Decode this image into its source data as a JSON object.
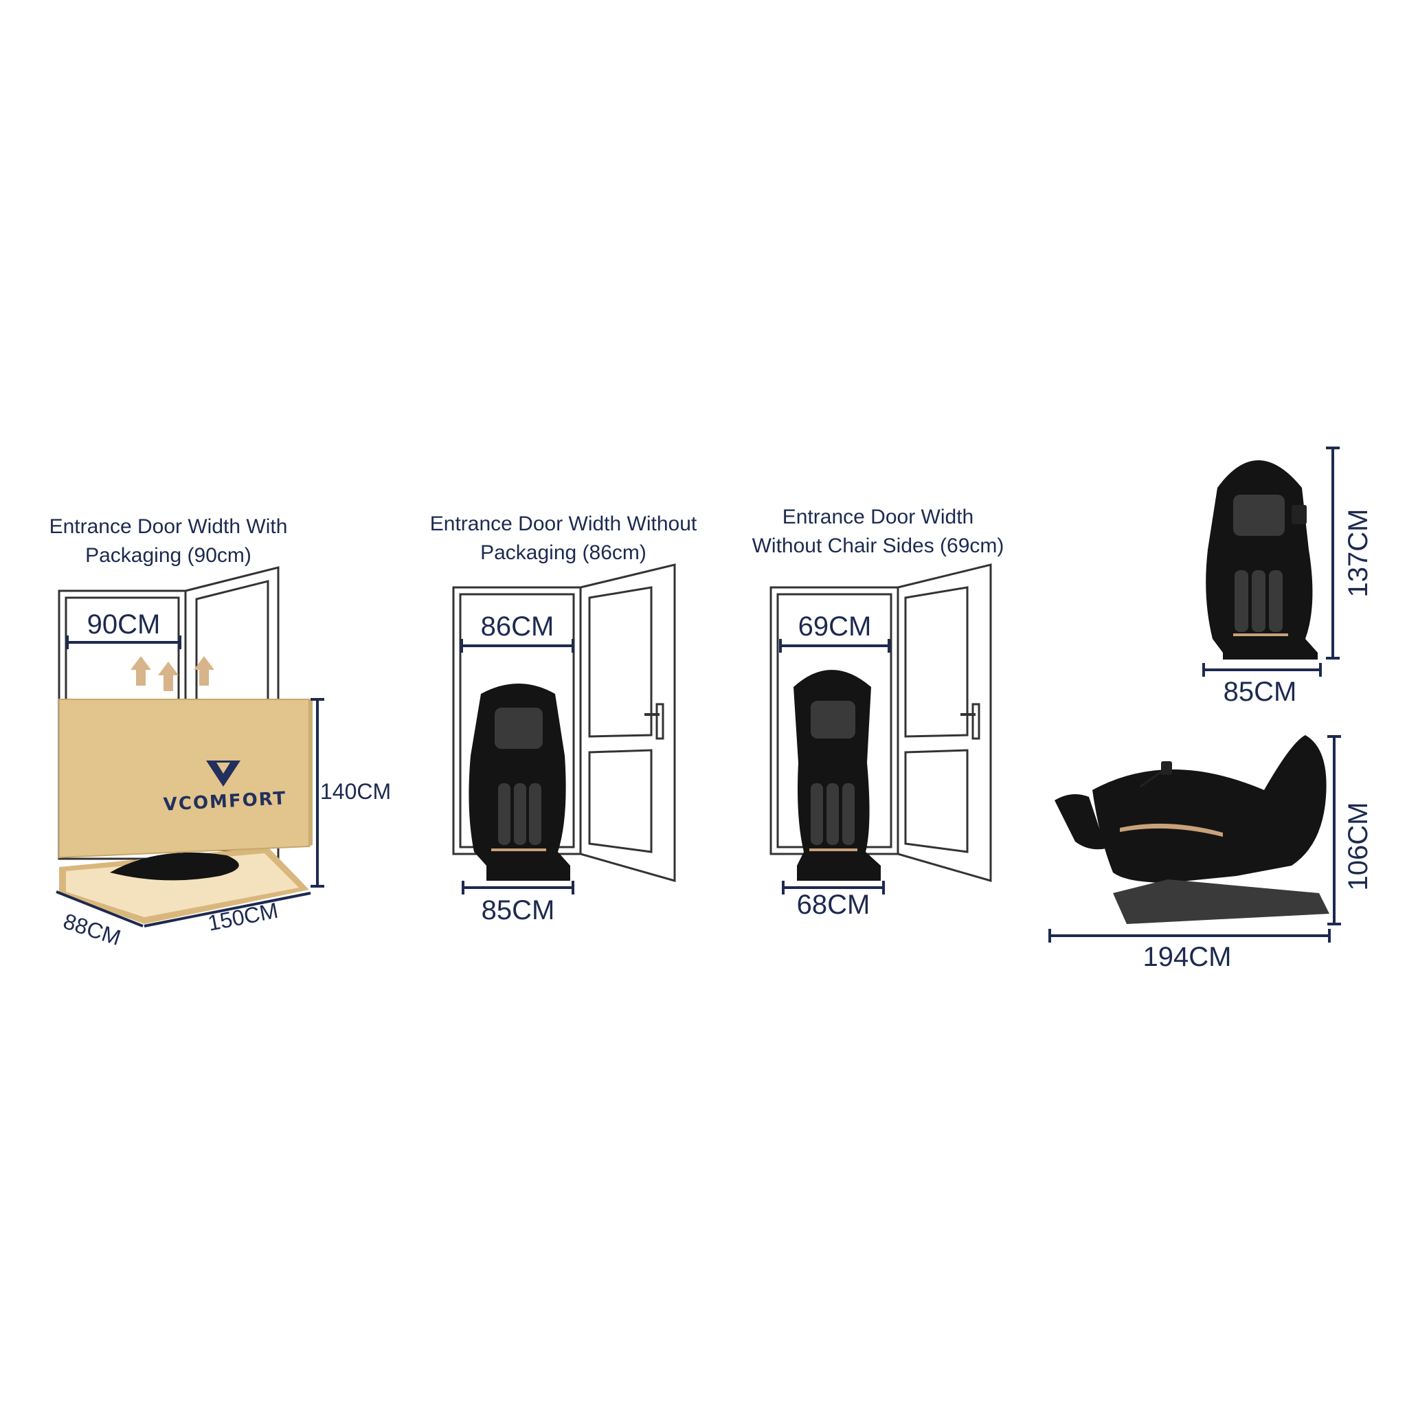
{
  "panels": [
    {
      "caption_line1": "Entrance Door Width With",
      "caption_line2": "Packaging (90cm)",
      "door_width": "90CM",
      "box_height": "140CM",
      "box_depth": "88CM",
      "box_length": "150CM",
      "brand": "VCOMFORT"
    },
    {
      "caption_line1": "Entrance Door Width Without",
      "caption_line2": "Packaging (86cm)",
      "door_width": "86CM",
      "chair_width": "85CM"
    },
    {
      "caption_line1": "Entrance Door Width",
      "caption_line2": "Without Chair Sides (69cm)",
      "door_width": "69CM",
      "chair_width": "68CM"
    }
  ],
  "front_view": {
    "height": "137CM",
    "width": "85CM"
  },
  "side_view": {
    "height": "106CM",
    "length": "194CM"
  },
  "colors": {
    "text": "#1d2a4f",
    "box": "#e2c48d",
    "chair": "#141414",
    "accent": "#c9a27a"
  }
}
